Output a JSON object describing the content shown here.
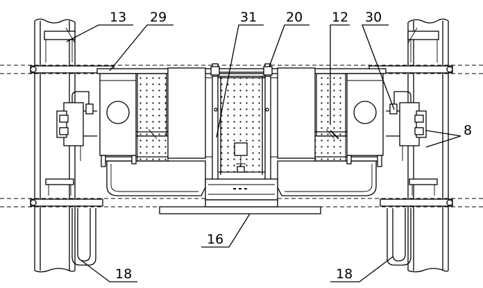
{
  "labels": {
    "l13": "13",
    "l29": "29",
    "l31": "31",
    "l20": "20",
    "l12": "12",
    "l30": "30",
    "l8": "8",
    "l16": "16",
    "l18_left": "18",
    "l18_right": "18"
  }
}
